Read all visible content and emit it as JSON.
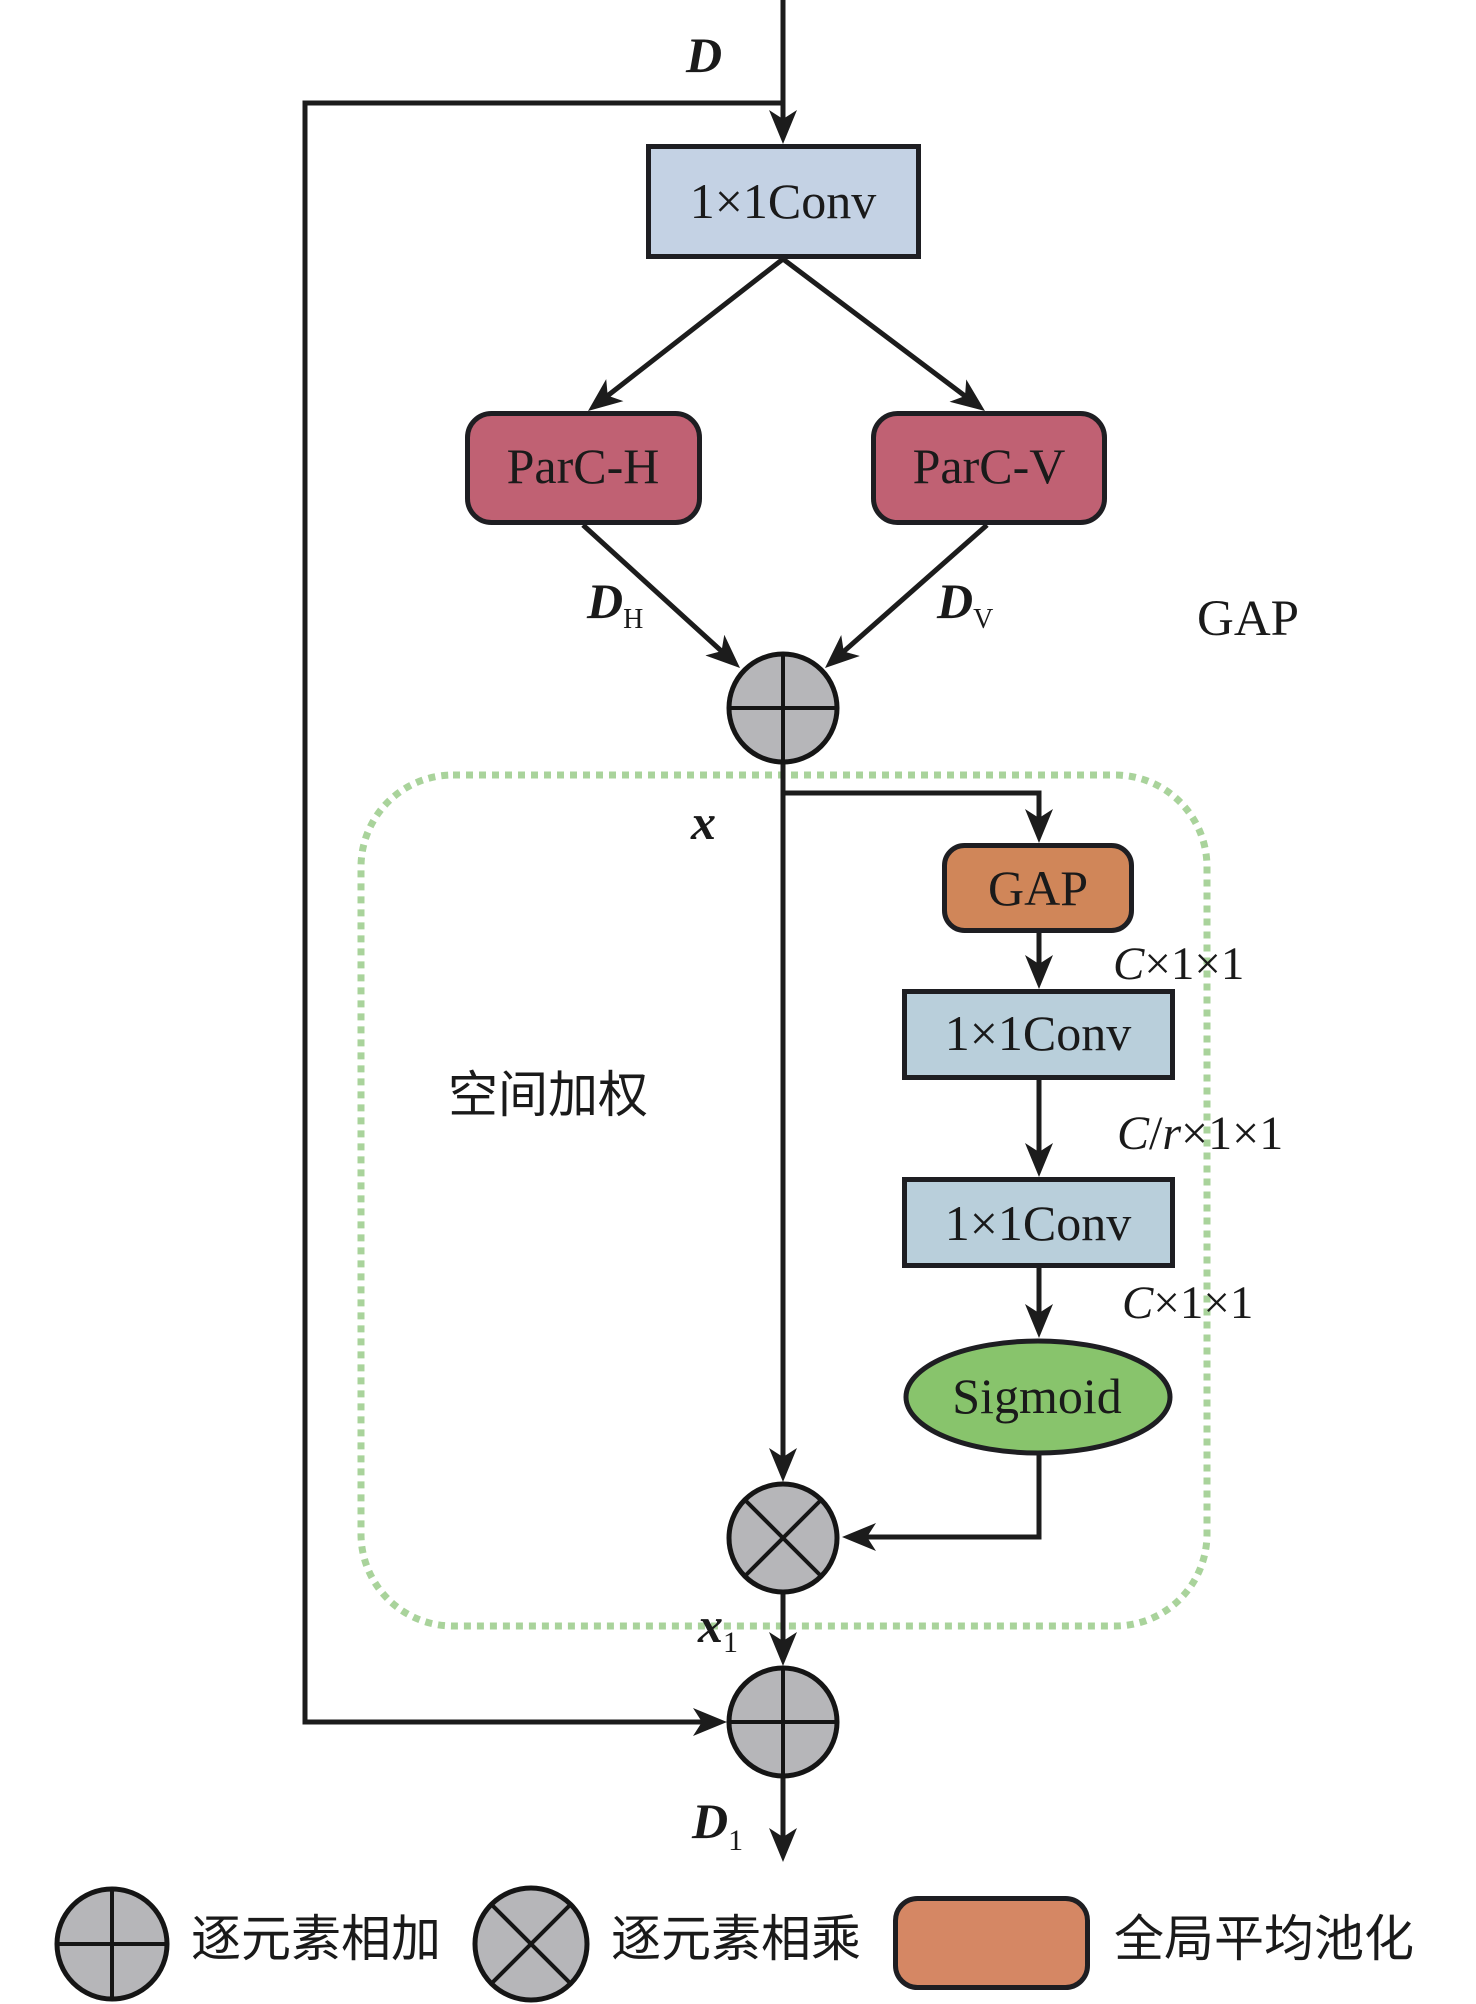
{
  "figure": {
    "input": {
      "label": "D"
    },
    "conv_top": {
      "label": "1×1Conv"
    },
    "parc_h": {
      "label": "ParC-H"
    },
    "parc_v": {
      "label": "ParC-V"
    },
    "dh": {
      "main": "D",
      "sub": "H"
    },
    "dv": {
      "main": "D",
      "sub": "V"
    },
    "stray_gap": {
      "label": "GAP"
    },
    "x": {
      "label": "x"
    },
    "gap_box": {
      "label": "GAP"
    },
    "dim_after_gap": {
      "var": "C",
      "rest": "×1×1"
    },
    "conv_mid": {
      "label": "1×1Conv"
    },
    "dim_after_conv_mid": {
      "var1": "C",
      "slash": "/",
      "var2": "r",
      "rest": "×1×1"
    },
    "conv_low": {
      "label": "1×1Conv"
    },
    "dim_after_conv_low": {
      "var": "C",
      "rest": "×1×1"
    },
    "sigmoid": {
      "label": "Sigmoid"
    },
    "region": {
      "label": "空间加权"
    },
    "x1": {
      "main": "x",
      "sub": "1"
    },
    "output": {
      "main": "D",
      "sub": "1"
    }
  },
  "legend": [
    {
      "icon": "element-wise-add-icon",
      "label": "逐元素相加"
    },
    {
      "icon": "element-wise-multiply-icon",
      "label": "逐元素相乘"
    },
    {
      "icon": "global-average-pooling-icon",
      "label": "全局平均池化"
    }
  ],
  "colors": {
    "conv_top": "#c4d2e4",
    "conv_inner": "#b9cfdb",
    "parc": "#c06173",
    "gap": "#d08659",
    "legend_gap": "#d58764",
    "sigmoid": "#88c46c",
    "operator": "#b6b6b9",
    "region_border": "#a9d39b",
    "line": "#1c1c1c"
  }
}
